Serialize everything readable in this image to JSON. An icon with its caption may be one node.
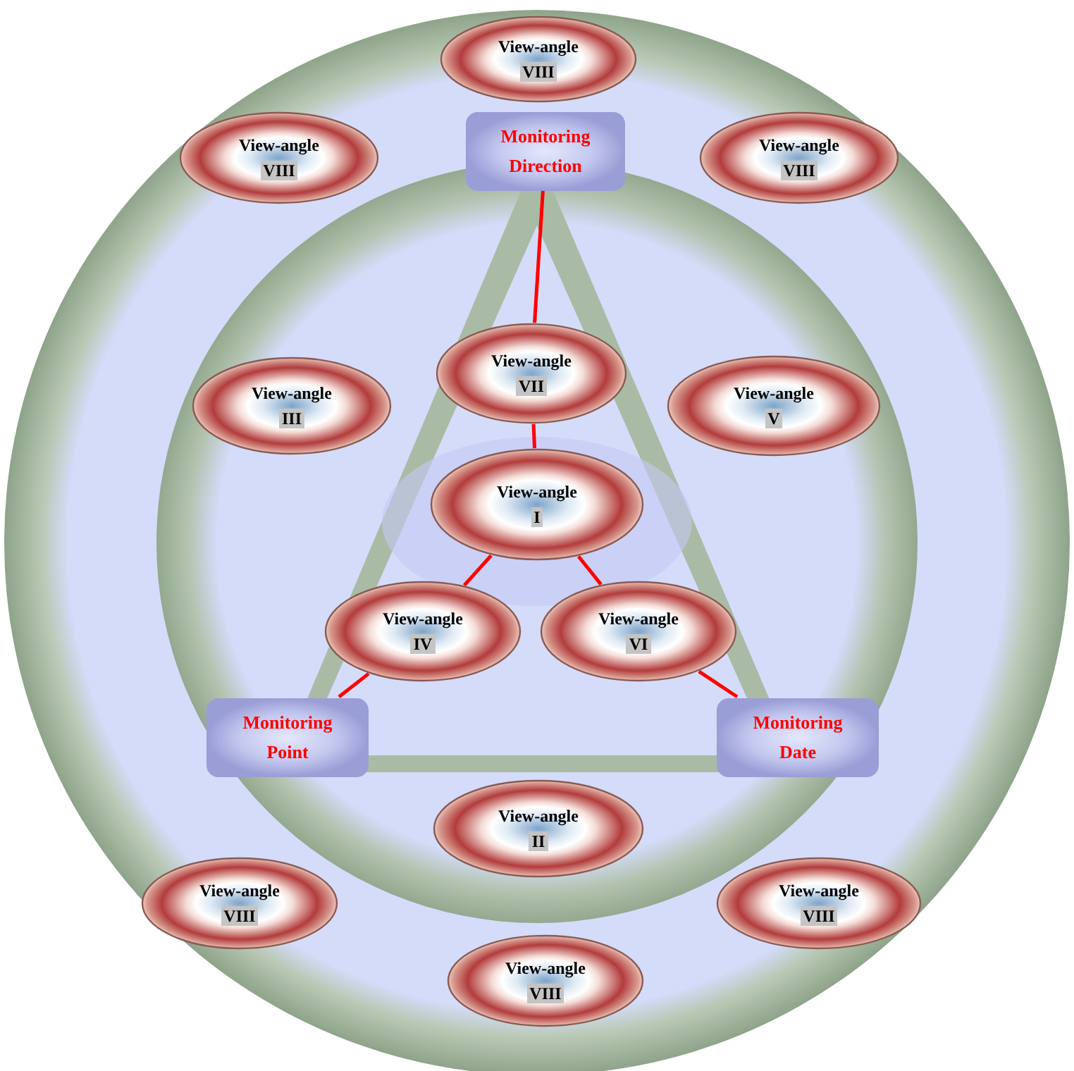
{
  "diagram": {
    "nodes": [
      {
        "text": [
          "View-angle",
          "VIII"
        ]
      },
      {
        "text": [
          "View-angle",
          "VIII"
        ]
      },
      {
        "text": [
          "Monitoring Direction"
        ]
      },
      {
        "text": [
          "View-angle",
          "VIII"
        ]
      },
      {
        "text": [
          "View-angle",
          "VII"
        ]
      },
      {
        "text": [
          "View-angle",
          "III"
        ]
      },
      {
        "text": [
          "View-angle",
          "V"
        ]
      },
      {
        "text": [
          "View-angle",
          "I"
        ]
      },
      {
        "text": [
          "View-angle",
          "IV"
        ]
      },
      {
        "text": [
          "View-angle",
          "VI"
        ]
      },
      {
        "text": [
          "Monitoring Point"
        ]
      },
      {
        "text": [
          "Monitoring Date"
        ]
      },
      {
        "text": [
          "View-angle",
          "II"
        ]
      },
      {
        "text": [
          "View-angle",
          "VIII"
        ]
      },
      {
        "text": [
          "View-angle",
          "VIII"
        ]
      },
      {
        "text": [
          "View-angle",
          "VIII"
        ]
      }
    ],
    "edges": [
      {
        "from": 2,
        "to": 4,
        "arrow": "none"
      },
      {
        "from": 4,
        "to": 7,
        "arrow": "none"
      },
      {
        "from": 7,
        "to": 8,
        "arrow": "none"
      },
      {
        "from": 7,
        "to": 9,
        "arrow": "none"
      },
      {
        "from": 8,
        "to": 10,
        "arrow": "none"
      },
      {
        "from": 9,
        "to": 11,
        "arrow": "none"
      }
    ]
  }
}
